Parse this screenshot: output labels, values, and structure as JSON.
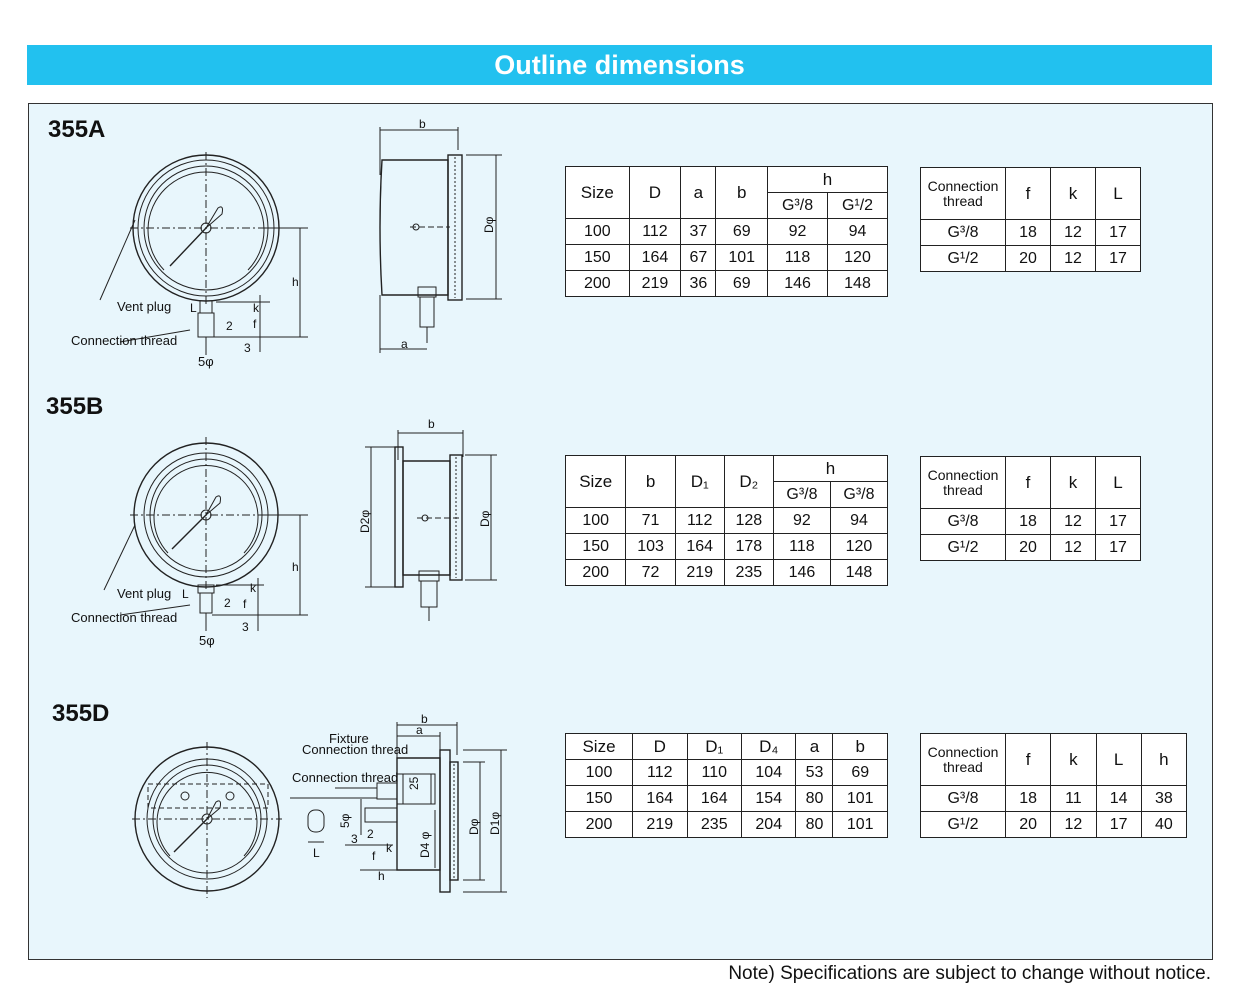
{
  "banner": {
    "title": "Outline dimensions"
  },
  "note": "Note) Specifications are subject to change without notice.",
  "models": [
    {
      "name": "355A",
      "labels": {
        "vent_plug": "Vent plug",
        "connection_thread": "Connection thread",
        "phi5": "5φ",
        "L": "L",
        "k": "k",
        "f": "f",
        "n2": "2",
        "n3": "3",
        "h": "h",
        "b": "b",
        "a": "a",
        "D": "Dφ"
      },
      "dims": {
        "headers": [
          "Size",
          "D",
          "a",
          "b"
        ],
        "h_header": "h",
        "sub_headers": [
          "G³/8",
          "G¹/2"
        ],
        "rows": [
          [
            "100",
            "112",
            "37",
            "69",
            "92",
            "94"
          ],
          [
            "150",
            "164",
            "67",
            "101",
            "118",
            "120"
          ],
          [
            "200",
            "219",
            "36",
            "69",
            "146",
            "148"
          ]
        ]
      },
      "thread": {
        "headers": [
          "Connection thread",
          "f",
          "k",
          "L"
        ],
        "rows": [
          [
            "G³/8",
            "18",
            "12",
            "17"
          ],
          [
            "G¹/2",
            "20",
            "12",
            "17"
          ]
        ]
      }
    },
    {
      "name": "355B",
      "labels": {
        "vent_plug": "Vent plug",
        "connection_thread": "Connection thread",
        "phi5": "5φ",
        "L": "L",
        "k": "k",
        "f": "f",
        "n2": "2",
        "n3": "3",
        "h": "h",
        "b": "b",
        "D2": "D2φ",
        "D": "Dφ"
      },
      "dims": {
        "headers": [
          "Size",
          "b",
          "D₁",
          "D₂"
        ],
        "h_header": "h",
        "sub_headers": [
          "G³/8",
          "G³/8"
        ],
        "rows": [
          [
            "100",
            "71",
            "112",
            "128",
            "92",
            "94"
          ],
          [
            "150",
            "103",
            "164",
            "178",
            "118",
            "120"
          ],
          [
            "200",
            "72",
            "219",
            "235",
            "146",
            "148"
          ]
        ]
      },
      "thread": {
        "headers": [
          "Connection thread",
          "f",
          "k",
          "L"
        ],
        "rows": [
          [
            "G³/8",
            "18",
            "12",
            "17"
          ],
          [
            "G¹/2",
            "20",
            "12",
            "17"
          ]
        ]
      }
    },
    {
      "name": "355D",
      "labels": {
        "fixture": "Fixture",
        "connection_thread_1": "Connection thread",
        "connection_thread_2": "Connection thread",
        "phi5": "5φ",
        "n25": "25",
        "n2": "2",
        "n3": "3",
        "k": "k",
        "f": "f",
        "h": "h",
        "L": "L",
        "a": "a",
        "b": "b",
        "D4": "D4 φ",
        "D": "Dφ",
        "D1": "D1φ"
      },
      "dims": {
        "headers": [
          "Size",
          "D",
          "D₁",
          "D₄",
          "a",
          "b"
        ],
        "rows": [
          [
            "100",
            "112",
            "110",
            "104",
            "53",
            "69"
          ],
          [
            "150",
            "164",
            "164",
            "154",
            "80",
            "101"
          ],
          [
            "200",
            "219",
            "235",
            "204",
            "80",
            "101"
          ]
        ]
      },
      "thread": {
        "headers": [
          "Connection thread",
          "f",
          "k",
          "L",
          "h"
        ],
        "rows": [
          [
            "G³/8",
            "18",
            "11",
            "14",
            "38"
          ],
          [
            "G¹/2",
            "20",
            "12",
            "17",
            "40"
          ]
        ]
      }
    }
  ]
}
